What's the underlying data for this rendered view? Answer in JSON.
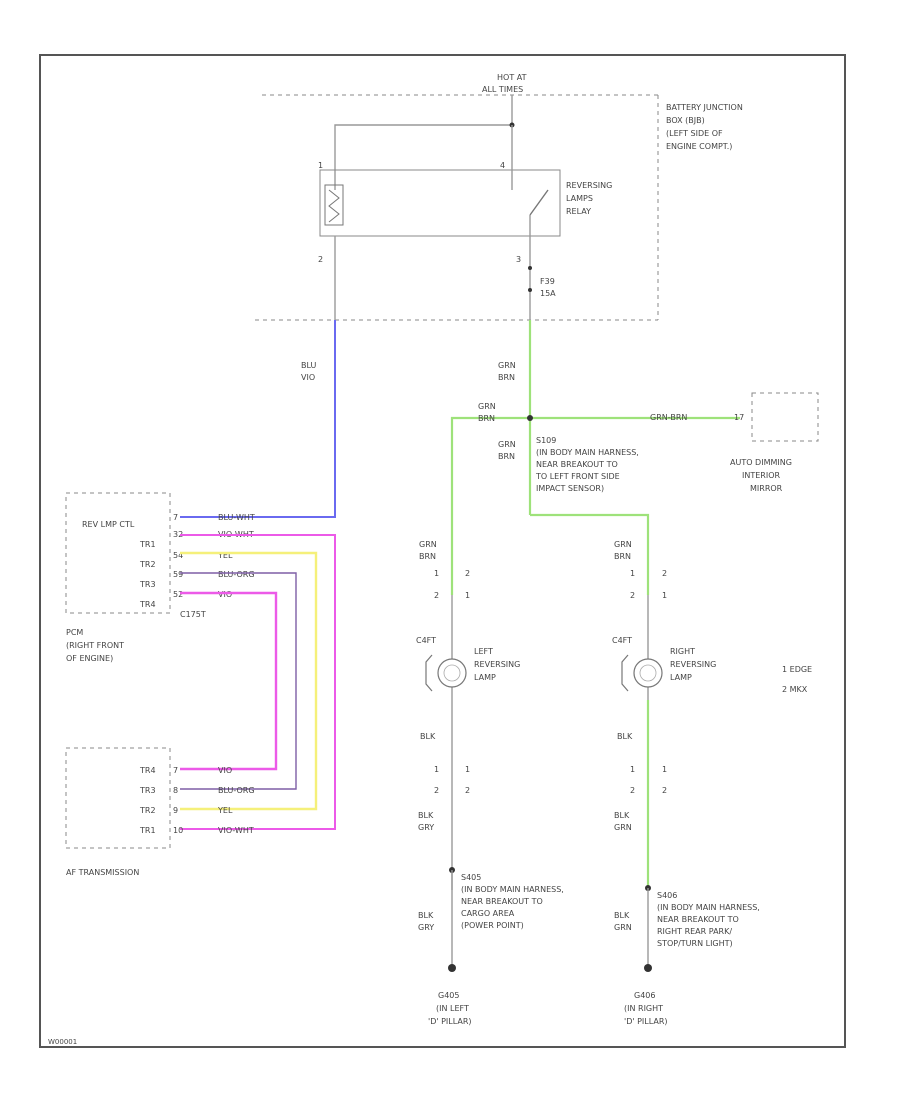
{
  "diagram_id": "W00001",
  "colors": {
    "blue": "#6a6af0",
    "magenta": "#ec5ae8",
    "yellow": "#f5f07a",
    "purple": "#7e5fa6",
    "green": "#9ee27a",
    "gray": "#999999"
  },
  "header": {
    "line1": "HOT AT",
    "line2": "ALL TIMES"
  },
  "bjb": {
    "line1": "BATTERY JUNCTION",
    "line2": "BOX (BJB)",
    "line3": "(LEFT SIDE OF",
    "line4": "ENGINE COMPT.)"
  },
  "relay": {
    "line1": "REVERSING",
    "line2": "LAMPS",
    "line3": "RELAY",
    "pin_left": "2",
    "pin_right": "3",
    "pin_top_left": "1",
    "pin_top_right": "4"
  },
  "fuse": {
    "line1": "F39",
    "line2": "15A"
  },
  "wires": {
    "blu_vio": {
      "line1": "BLU",
      "line2": "VIO"
    },
    "grn_brn_main": {
      "line1": "GRN",
      "line2": "BRN"
    },
    "grn_brn_left": {
      "line1": "GRN",
      "line2": "BRN"
    },
    "grn_brn_mid": {
      "line1": "GRN",
      "line2": "BRN"
    },
    "grn_brn_mirror": "GRN-BRN",
    "grn_brn_lamp_left": {
      "line1": "GRN",
      "line2": "BRN"
    },
    "grn_brn_lamp_right": {
      "line1": "GRN",
      "line2": "BRN"
    }
  },
  "splice_main": {
    "line1": "S109",
    "line2": "(IN BODY MAIN HARNESS,",
    "line3": "NEAR BREAKOUT TO",
    "line4": "TO LEFT FRONT SIDE",
    "line5": "IMPACT SENSOR)"
  },
  "mirror": {
    "line1": "AUTO DIMMING",
    "line2": "INTERIOR",
    "line3": "MIRROR",
    "pin": "17"
  },
  "pcm": {
    "label_line1": "PCM",
    "label_line2": "(RIGHT FRONT",
    "label_line3": "OF ENGINE)",
    "connector": "C175T",
    "rows": [
      {
        "name": "REV LMP CTL",
        "pin": "7",
        "wire": "BLU-WHT"
      },
      {
        "name": "",
        "pin": "32",
        "wire": "VIO-WHT"
      },
      {
        "name": "TR1",
        "pin": "54",
        "wire": "YEL"
      },
      {
        "name": "TR2",
        "pin": "59",
        "wire": "BLU-ORG"
      },
      {
        "name": "TR3",
        "pin": "52",
        "wire": "VIO"
      },
      {
        "name": "TR4",
        "pin": "",
        "wire": ""
      }
    ]
  },
  "trans": {
    "label": "AF TRANSMISSION",
    "rows": [
      {
        "name": "TR4",
        "pin": "7",
        "wire": "VIO"
      },
      {
        "name": "TR3",
        "pin": "8",
        "wire": "BLU-ORG"
      },
      {
        "name": "TR2",
        "pin": "9",
        "wire": "YEL"
      },
      {
        "name": "TR1",
        "pin": "10",
        "wire": "VIO-WHT"
      }
    ]
  },
  "left_lamp": {
    "connector": "C4FT",
    "line1": "LEFT",
    "line2": "REVERSING",
    "line3": "LAMP",
    "pin_a": "1",
    "pin_b": "2",
    "pin_c": "2",
    "pin_d": "1",
    "gnd_wire": "BLK",
    "gnd_pin_a": "1",
    "gnd_pin_b": "1",
    "gnd_pin_c": "2",
    "gnd_pin_d": "2",
    "wire_below": {
      "line1": "BLK",
      "line2": "GRY"
    },
    "wire_below2": {
      "line1": "BLK",
      "line2": "GRY"
    }
  },
  "right_lamp": {
    "connector": "C4FT",
    "line1": "RIGHT",
    "line2": "REVERSING",
    "line3": "LAMP",
    "pin_a": "1",
    "pin_b": "2",
    "pin_c": "2",
    "pin_d": "1",
    "gnd_wire": "BLK",
    "gnd_pin_a": "1",
    "gnd_pin_b": "1",
    "gnd_pin_c": "2",
    "gnd_pin_d": "2",
    "wire_below": {
      "line1": "BLK",
      "line2": "GRN"
    },
    "wire_below2": {
      "line1": "BLK",
      "line2": "GRN"
    }
  },
  "legend": {
    "line1": "1  EDGE",
    "line2": "2  MKX"
  },
  "splice_left": {
    "line1": "S405",
    "line2": "(IN BODY MAIN HARNESS,",
    "line3": "NEAR BREAKOUT TO",
    "line4": "CARGO AREA",
    "line5": "(POWER POINT)"
  },
  "splice_right": {
    "line1": "S406",
    "line2": "(IN BODY MAIN HARNESS,",
    "line3": "NEAR BREAKOUT TO",
    "line4": "RIGHT REAR PARK/",
    "line5": "STOP/TURN LIGHT)"
  },
  "ground_left": {
    "line1": "G405",
    "line2": "(IN LEFT",
    "line3": "'D' PILLAR)"
  },
  "ground_right": {
    "line1": "G406",
    "line2": "(IN RIGHT",
    "line3": "'D' PILLAR)"
  }
}
